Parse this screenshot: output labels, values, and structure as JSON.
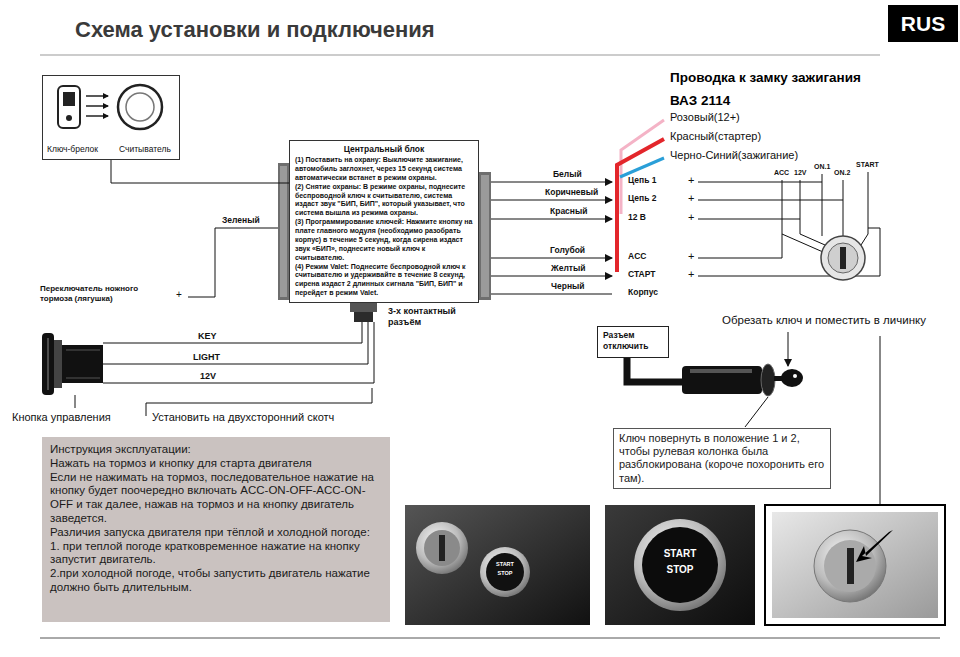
{
  "diagram": {
    "title": "Схема установки и подключения",
    "nodes": [
      {
        "text": [
          "RUS"
        ]
      },
      {
        "text": [
          "Ключ-брелок",
          "Считыватель"
        ]
      },
      {
        "text": [
          "Центральный блок",
          "(1) Поставить на охрану: Выключите зажигание, автомобиль заглохнет, через 15 секунд система автоматически встанет в режим охраны.",
          "(2) Снятие охраны: В режиме охраны, поднесите беспроводной ключ к считывателю, система издаст звук \"БИП, БИП\", который указывает, что система вышла из режима охраны.",
          "(3) Программирование ключей: Нажмите кнопку на плате главного модуля (необходимо разобрать корпус) в течение 5 секунд, когда сирена издаст звук «БИП», поднесите новый ключ к считывателю.",
          "(4) Режим Valet: Поднесите беспроводной ключ к считывателю и удерживайте в течение 8 секунд, сирена издаст 2 длинных сигнала \"БИП, БИП\" и перейдет в режим Valet."
        ]
      },
      {
        "text": [
          "Разъем отключить"
        ]
      },
      {
        "text": [
          "Ключ повернуть в положение 1 и 2, чтобы рулевая колонка была разблокирована (короче похоронить его там)."
        ]
      },
      {
        "text": [
          "Инструкция эксплуатации:",
          "Нажать на тормоз и кнопку для старта двигателя",
          "Если не нажимать на тормоз, последовательное нажатие на кнопку будет поочередно включать ACC-ON-OFF-ACC-ON-OFF и так далее, нажав на тормоз и на кнопку двигатель заведется.",
          "Различия запуска двигателя при тёплой и холодной погоде:",
          "1. при теплой погоде кратковременное нажатие на кнопку запустит двигатель.",
          "2.при холодной погоде, чтобы запустить двигатель нажатие должно быть длительным."
        ]
      }
    ],
    "edges": [
      {
        "from": 1,
        "to": 2,
        "arrow": "none"
      }
    ],
    "labels": [
      "Зеленый",
      "Переключатель ножного тормоза (лягушка)",
      "+",
      "Белый",
      "Коричневый",
      "Красный",
      "Голубой",
      "Желтый",
      "Черный",
      "Цепь 1",
      "Цепь 2",
      "12 В",
      "ACC",
      "СТАРТ",
      "Корпус",
      "+",
      "+",
      "+",
      "+",
      "+",
      "ACC",
      "ON.1",
      "ON.2",
      "12V",
      "START",
      "3-х контактный разъём",
      "KEY",
      "LIGHT",
      "12V",
      "Кнопка управления",
      "Установить на двухсторонний скотч",
      "Проводка к замку зажигания ВАЗ 2114",
      "Розовый(12+)",
      "Красный(стартер)",
      "Черно-Синий(зажигание)",
      "Обрезать ключ и поместить в личинку",
      "START",
      "STOP",
      "START",
      "STOP"
    ]
  }
}
